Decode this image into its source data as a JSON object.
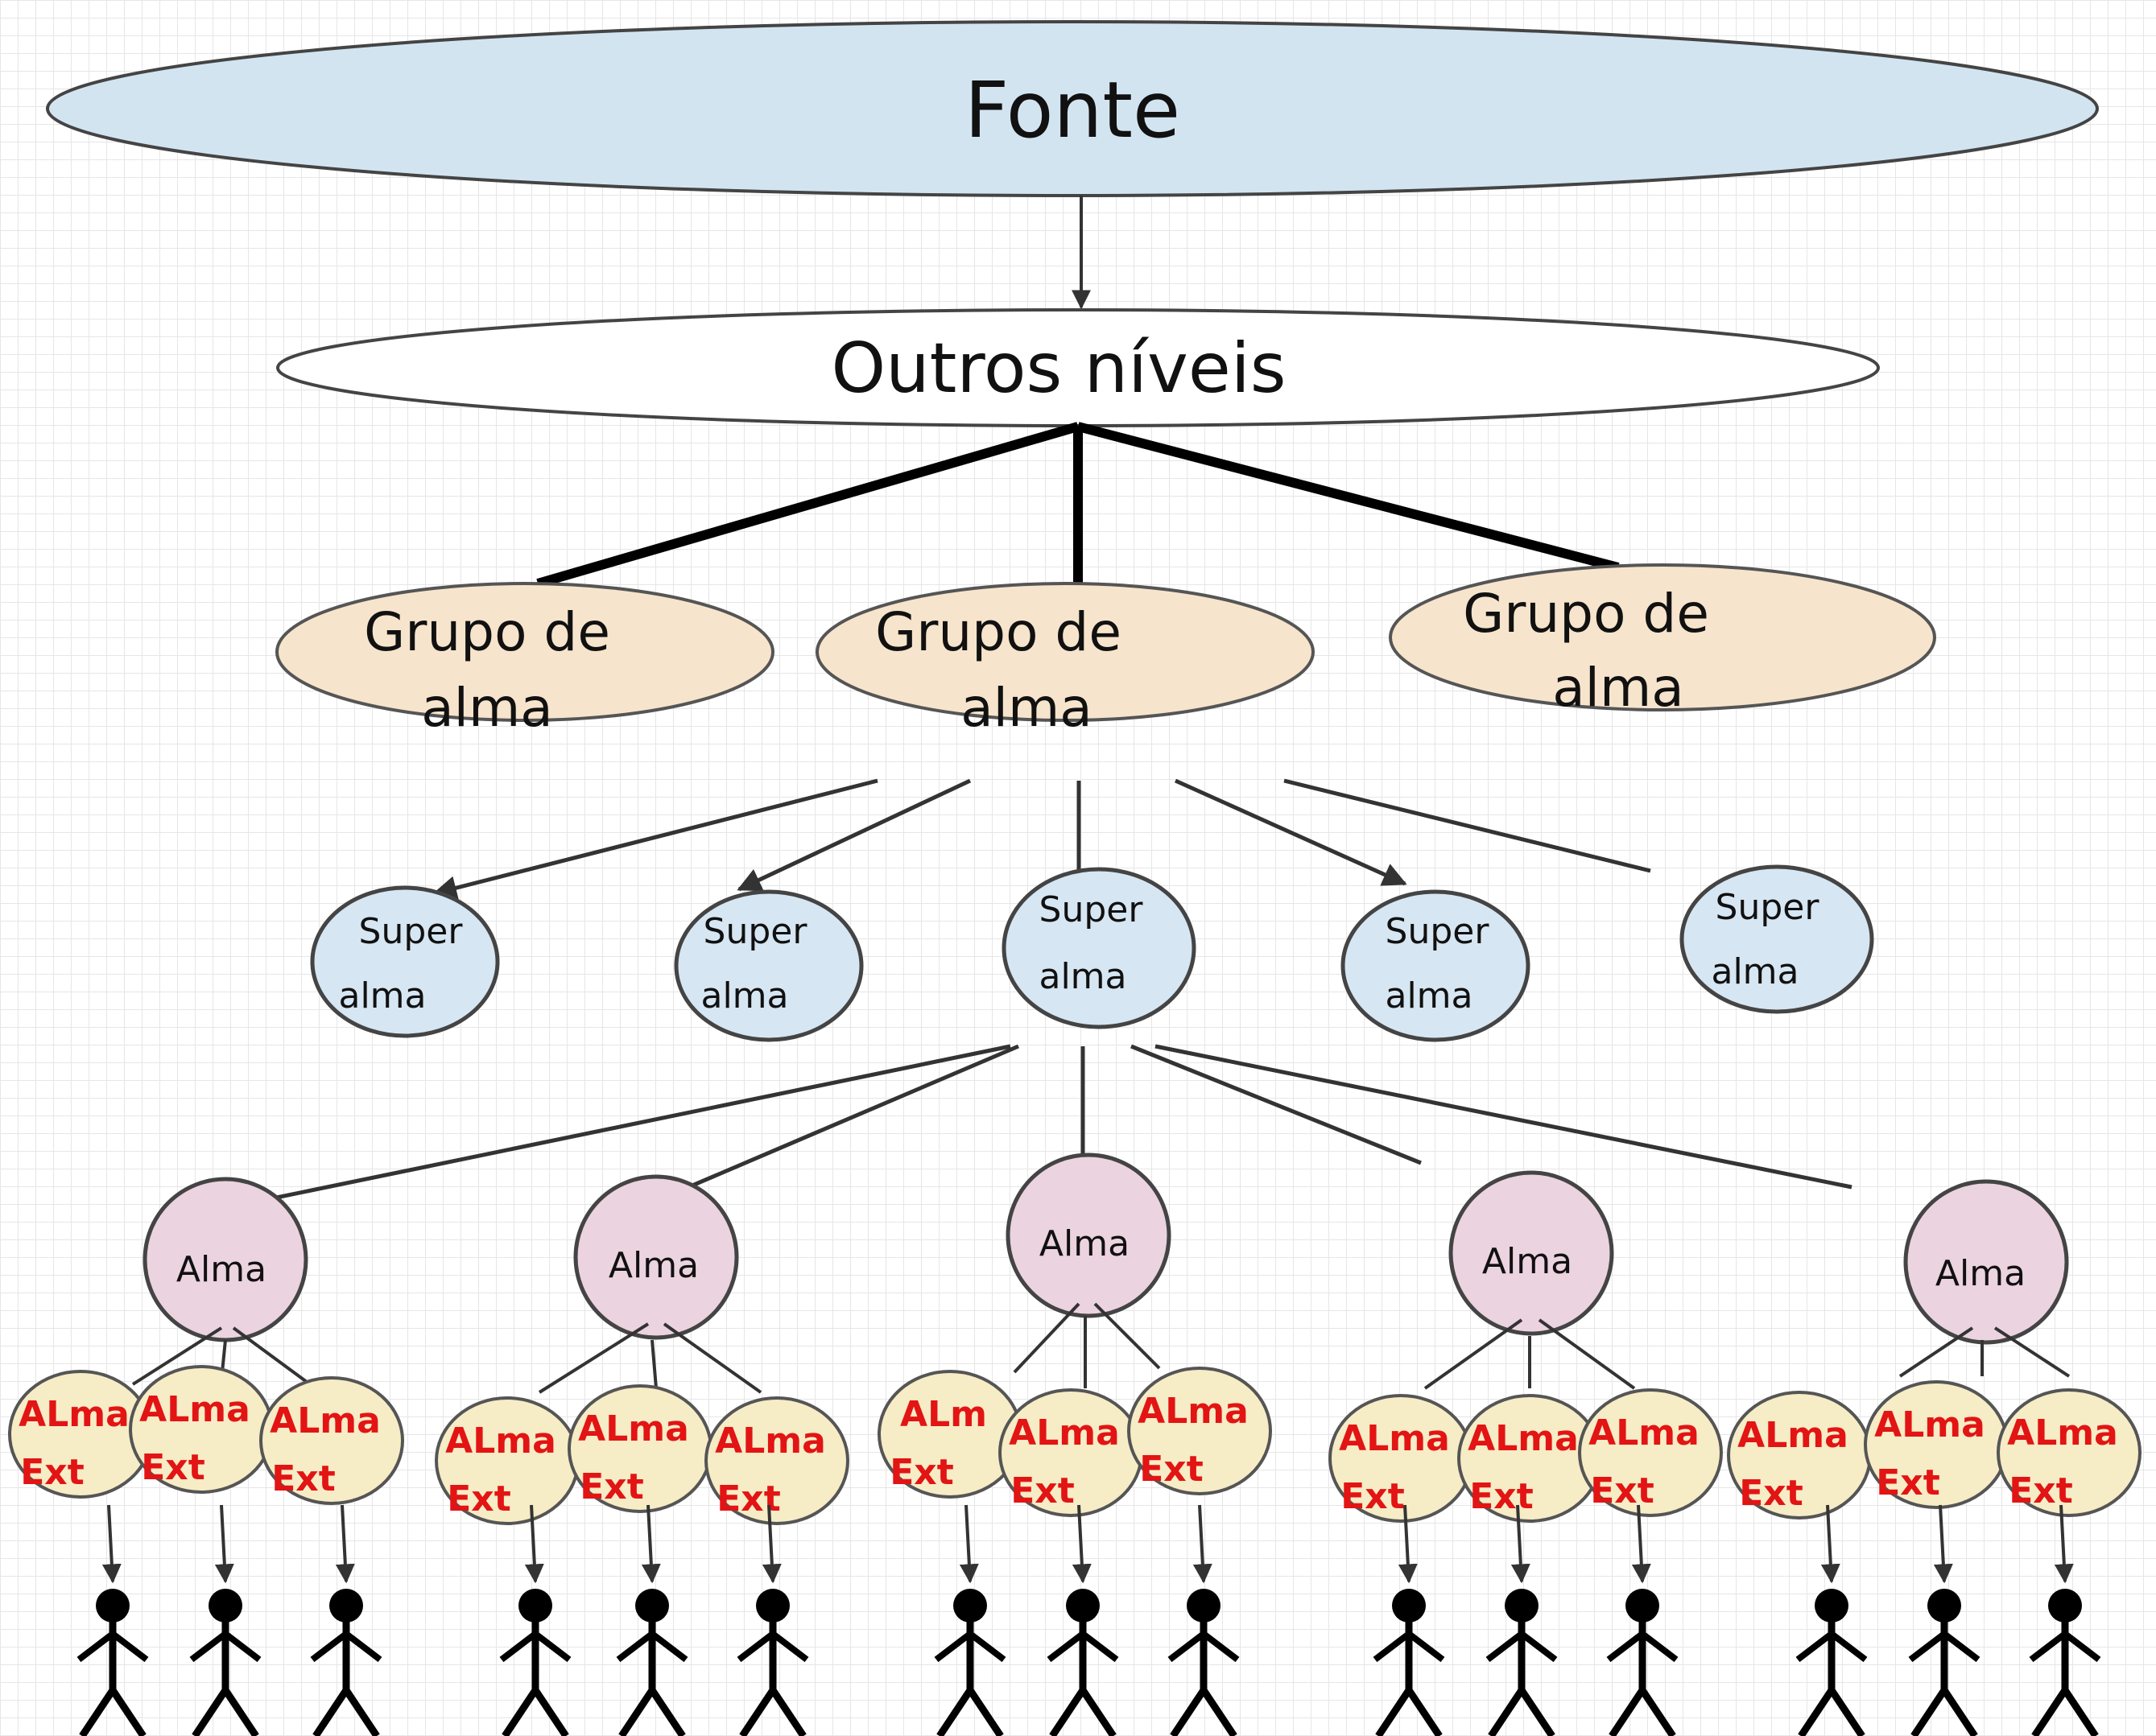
{
  "source": {
    "label": "Fonte",
    "fill": "#d3e4f1"
  },
  "levels": {
    "label": "Outros níveis",
    "fill": "#ffffff"
  },
  "soul_groups": [
    {
      "label_line1": "Grupo de",
      "label_line2": "alma"
    },
    {
      "label_line1": "Grupo de",
      "label_line2": "alma"
    },
    {
      "label_line1": "Grupo de",
      "label_line2": "alma"
    }
  ],
  "soul_group_fill": "#f7e4cc",
  "oversouls": [
    {
      "label_line1": "Super",
      "label_line2": "alma"
    },
    {
      "label_line1": "Super",
      "label_line2": "alma"
    },
    {
      "label_line1": "Super",
      "label_line2": "alma"
    },
    {
      "label_line1": "Super",
      "label_line2": "alma"
    },
    {
      "label_line1": "Super",
      "label_line2": "alma"
    }
  ],
  "oversoul_fill": "#d6e6f2",
  "souls": [
    {
      "label": "Alma"
    },
    {
      "label": "Alma"
    },
    {
      "label": "Alma"
    },
    {
      "label": "Alma"
    },
    {
      "label": "Alma"
    }
  ],
  "soul_fill": "#ebd3df",
  "extensions": [
    {
      "line1": "ALma",
      "line2": "Ext"
    },
    {
      "line1": "ALma",
      "line2": "Ext"
    },
    {
      "line1": "ALma",
      "line2": "Ext"
    },
    {
      "line1": "ALma",
      "line2": "Ext"
    },
    {
      "line1": "ALma",
      "line2": "Ext"
    },
    {
      "line1": "ALma",
      "line2": "Ext"
    },
    {
      "line1": "ALm",
      "line2": "Ext"
    },
    {
      "line1": "ALma",
      "line2": "Ext"
    },
    {
      "line1": "ALma",
      "line2": "Ext"
    },
    {
      "line1": "ALma",
      "line2": "Ext"
    },
    {
      "line1": "ALma",
      "line2": "Ext"
    },
    {
      "line1": "ALma",
      "line2": "Ext"
    },
    {
      "line1": "ALma",
      "line2": "Ext"
    },
    {
      "line1": "ALma",
      "line2": "Ext"
    },
    {
      "line1": "ALma",
      "line2": "Ext"
    }
  ],
  "extension_fill": "#f6ecc6",
  "extension_text_color": "#e21414",
  "person_icon": "stick-figure-icon",
  "person_count": 15
}
